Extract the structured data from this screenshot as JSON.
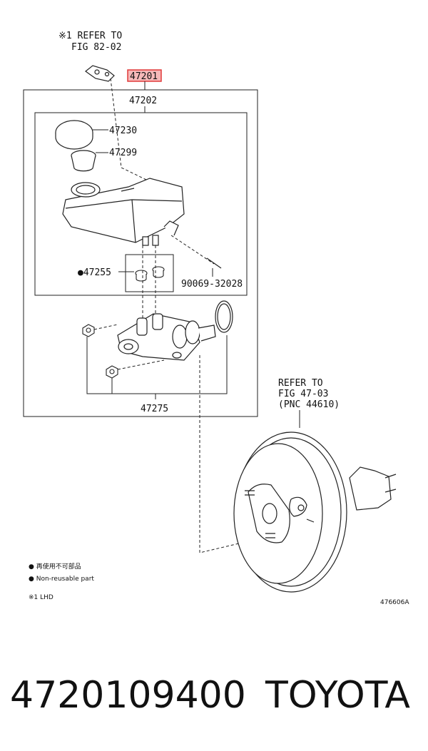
{
  "refs": {
    "top_ref_line1": "※1 REFER TO",
    "top_ref_line2": "FIG 82-02",
    "right_ref_line1": "REFER TO",
    "right_ref_line2": "FIG 47-03",
    "right_ref_line3": "(PNC 44610)"
  },
  "parts": {
    "p47201": "47201",
    "p47202": "47202",
    "p47230": "47230",
    "p47299": "47299",
    "p47255": "●47255",
    "p90069": "90069-32028",
    "p47275": "47275"
  },
  "legend": {
    "line1": "● 再使用不可部品",
    "line2": "● Non-reusable part",
    "note": "※1 LHD"
  },
  "figure_code": "476606A",
  "footer": {
    "part_number": "4720109400",
    "brand": "TOYOTA"
  },
  "colors": {
    "highlight": "#e03b3b",
    "highlight_fill": "#f6b9b9",
    "line": "#222222"
  }
}
